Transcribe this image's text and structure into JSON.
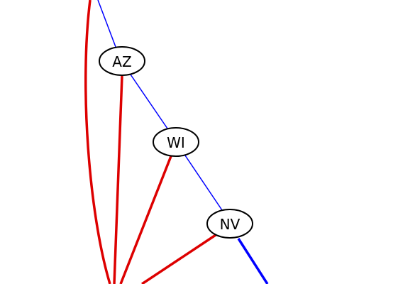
{
  "diagram": {
    "nodes": [
      {
        "id": "az",
        "label": "AZ"
      },
      {
        "id": "wi",
        "label": "WI"
      },
      {
        "id": "nv",
        "label": "NV"
      }
    ],
    "colors": {
      "chain_edge": "#0000ff",
      "hub_edge": "#dd0000",
      "node_outline": "#000000"
    }
  }
}
